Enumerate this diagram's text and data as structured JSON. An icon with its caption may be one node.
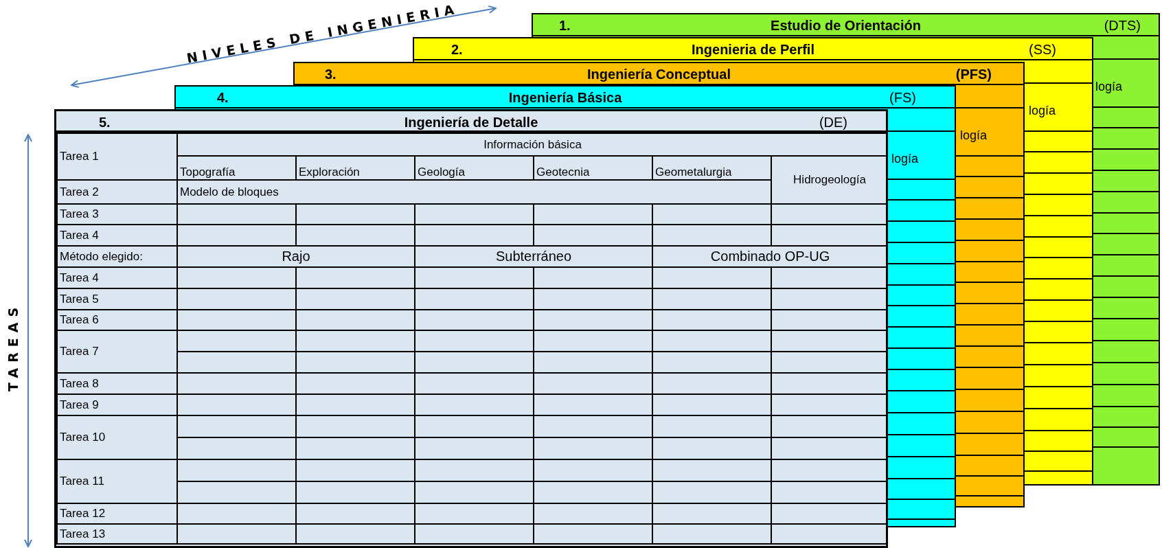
{
  "diagram": {
    "nodes": [
      {
        "text": [
          "1.",
          "Estudio de Orientación",
          "(DTS)"
        ]
      },
      {
        "text": [
          "2.",
          "Ingenieria de Perfil",
          "(SS)"
        ]
      },
      {
        "text": [
          "3.",
          "Ingeniería Conceptual",
          "(PFS)"
        ]
      },
      {
        "text": [
          "4.",
          "Ingeniería Básica",
          "(FS)"
        ]
      },
      {
        "text": [
          "5.",
          "Ingeniería de Detalle",
          "(DE)"
        ]
      }
    ],
    "labels": [
      "NIVELES DE INGENIERIA",
      "TAREAS",
      "logía",
      "logía",
      "logía",
      "Información básica",
      "Tarea 1",
      "logía",
      "Topografía",
      "Exploración",
      "Geología",
      "Geotecnia",
      "Geometalurgia",
      "Hidrogeología",
      "Tarea 2",
      "Modelo de bloques",
      "Tarea 3",
      "Tarea 4",
      "Método elegido:",
      "Rajo",
      "Subterráneo",
      "Combinado OP-UG",
      "Tarea 4",
      "Tarea 5",
      "Tarea 6",
      "Tarea 7",
      "Tarea 8",
      "Tarea 9",
      "Tarea 10",
      "Tarea 11",
      "Tarea 12",
      "Tarea 13"
    ]
  }
}
